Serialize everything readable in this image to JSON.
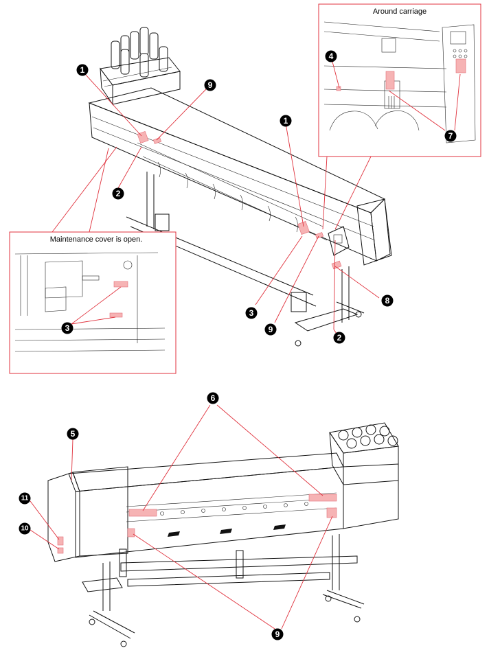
{
  "insets": {
    "carriage_title": "Around carriage",
    "maintenance_title": "Maintenance cover is open."
  },
  "callouts": {
    "c1a": "1",
    "c1b": "1",
    "c2a": "2",
    "c2b": "2",
    "c3a": "3",
    "c3b": "3",
    "c4": "4",
    "c5": "5",
    "c6": "6",
    "c7": "7",
    "c8": "8",
    "c9a": "9",
    "c9b": "9",
    "c9c": "9",
    "c10": "10",
    "c11": "11"
  },
  "colors": {
    "leader": "#e0313c",
    "label_fill": "#f6b3b4",
    "ink": "#111111"
  }
}
